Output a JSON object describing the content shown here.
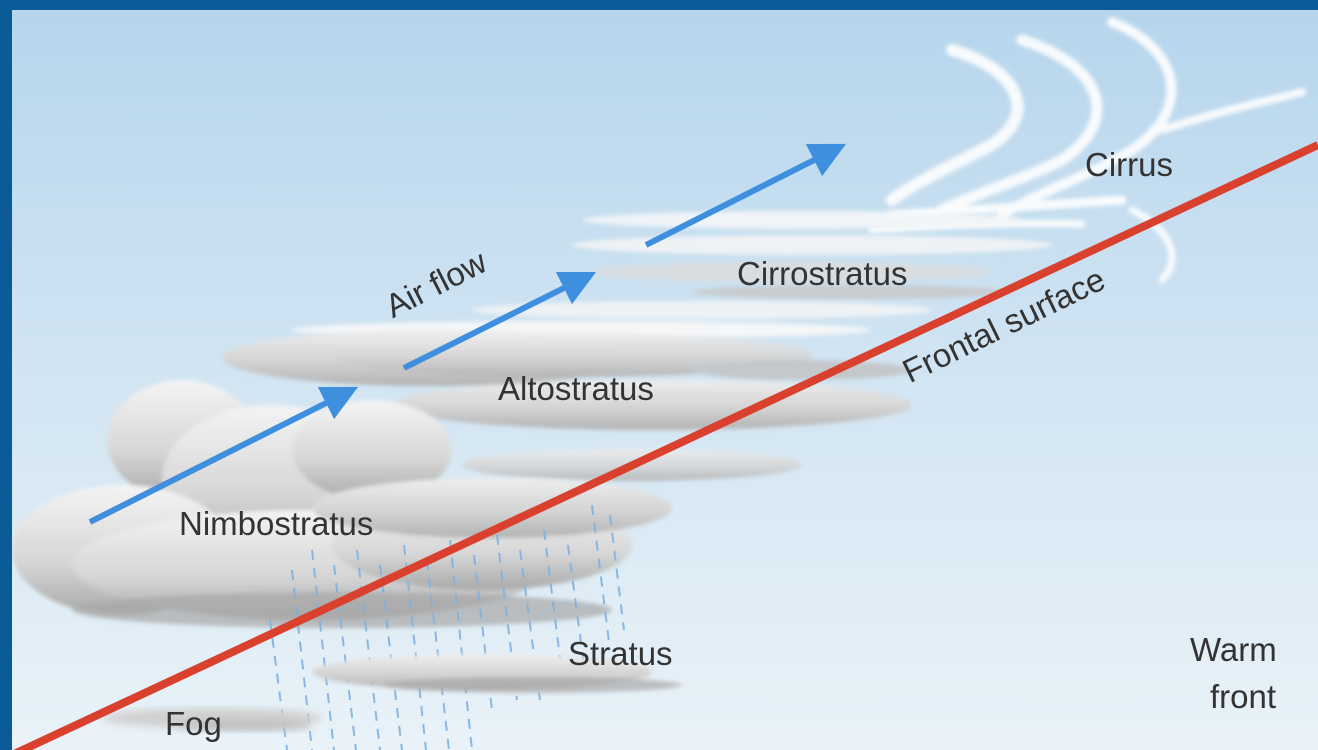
{
  "labels": {
    "cirrus": "Cirrus",
    "cirrostratus": "Cirrostratus",
    "altostratus": "Altostratus",
    "nimbostratus": "Nimbostratus",
    "stratus": "Stratus",
    "fog": "Fog",
    "air_flow": "Air flow",
    "frontal_surface": "Frontal surface",
    "warm_front_line1": "Warm",
    "warm_front_line2": "front"
  },
  "colors": {
    "frame": "#0b5b99",
    "sky_top": "#bcd9ee",
    "sky_bottom": "#e7f1f8",
    "front_line": "#d9412e",
    "air_arrow": "#3f8fdf",
    "cloud": "#dcdcdc",
    "rain": "#7fb2e0",
    "text": "#333333"
  }
}
